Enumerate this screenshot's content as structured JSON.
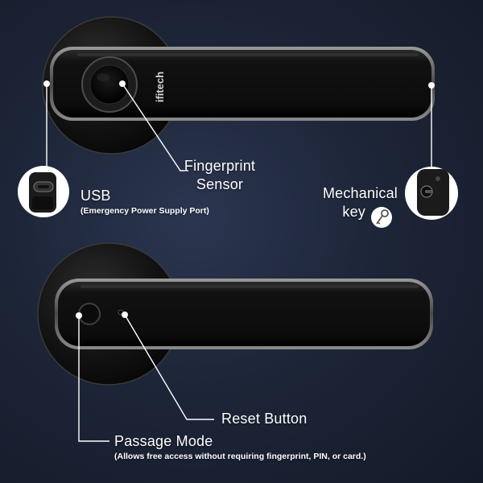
{
  "brand": "ifitech",
  "callouts": {
    "fingerprint": {
      "line1": "Fingerprint",
      "line2": "Sensor"
    },
    "usb": {
      "title": "USB",
      "subtitle": "(Emergency Power Supply Port)"
    },
    "mechanical": {
      "line1": "Mechanical",
      "line2": "key"
    },
    "reset": {
      "title": "Reset Button"
    },
    "passage": {
      "title": "Passage Mode",
      "subtitle": "(Allows free access without requiring fingerprint, PIN, or card.)"
    }
  },
  "colors": {
    "background": "#1d2538",
    "handle": "#141414",
    "callout_line": "#ffffff"
  }
}
